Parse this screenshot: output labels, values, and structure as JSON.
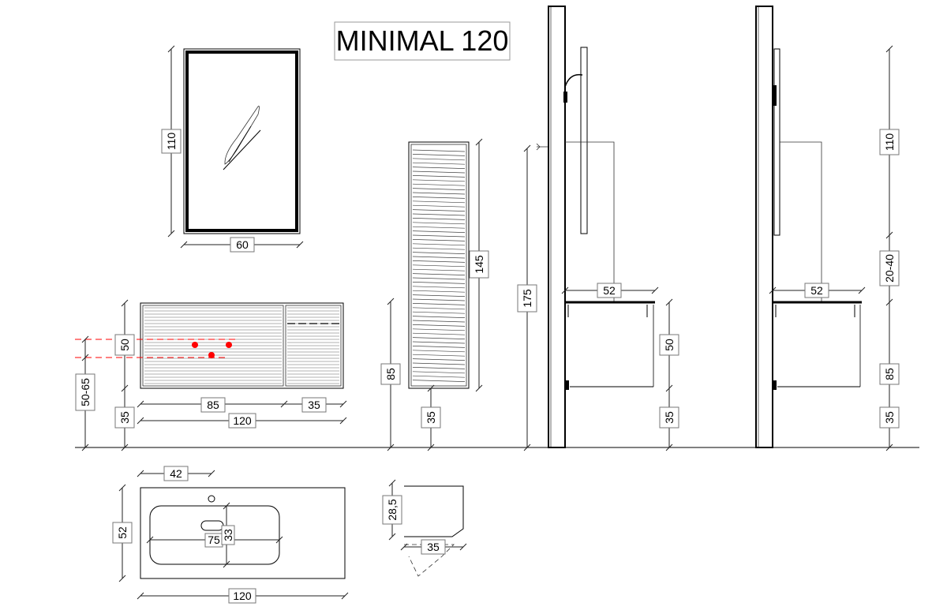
{
  "title": "MINIMAL 120",
  "colors": {
    "line": "#000000",
    "accent": "#ff0000",
    "background": "#ffffff"
  },
  "dimensions": {
    "mirror_height": "110",
    "mirror_width": "60",
    "cabinet_height": "145",
    "cabinet_floor_gap": "35",
    "cabinet_mount": "85",
    "unit_front_height": "50",
    "unit_floor_gap": "35",
    "unit_mount_range": "50-65",
    "unit_left_width": "85",
    "unit_right_width": "35",
    "unit_total_width": "120",
    "side_total": "175",
    "side_depth": "52",
    "side_height": "50",
    "side_floor": "35",
    "side2_mirror": "110",
    "side2_gap": "20-40",
    "side2_depth": "52",
    "side2_mount": "85",
    "side2_floor": "35",
    "top_tap_offset": "42",
    "top_depth": "52",
    "top_basin_width": "75",
    "top_basin_depth": "33",
    "top_width": "120",
    "box_height": "28,5",
    "box_depth": "35"
  }
}
